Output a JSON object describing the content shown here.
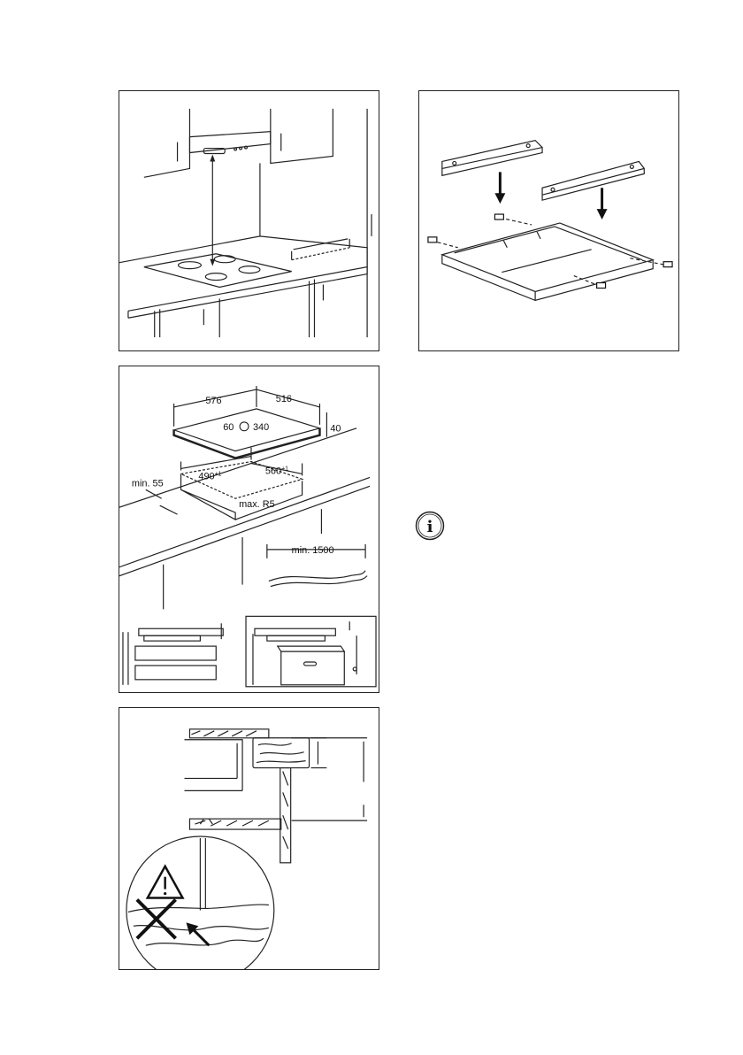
{
  "figures": {
    "fig1": {
      "name": "hood-distance-figure"
    },
    "fig2": {
      "name": "frame-assembly-figure"
    },
    "fig3": {
      "name": "cutout-dimensions-figure",
      "dims": {
        "width": "576",
        "depth": "516",
        "cable_offset_a": "60",
        "cable_offset_b": "340",
        "height": "40",
        "cut_width": "490",
        "cut_width_tol": "+1",
        "cut_depth": "560",
        "cut_depth_tol": "+1",
        "edge_min": "min. 55",
        "radius": "max. R5",
        "cable_min": "min. 1500"
      }
    },
    "fig4": {
      "name": "worktop-section-warning-figure"
    }
  },
  "info_icon": {
    "name": "info-icon",
    "glyph": "i"
  }
}
